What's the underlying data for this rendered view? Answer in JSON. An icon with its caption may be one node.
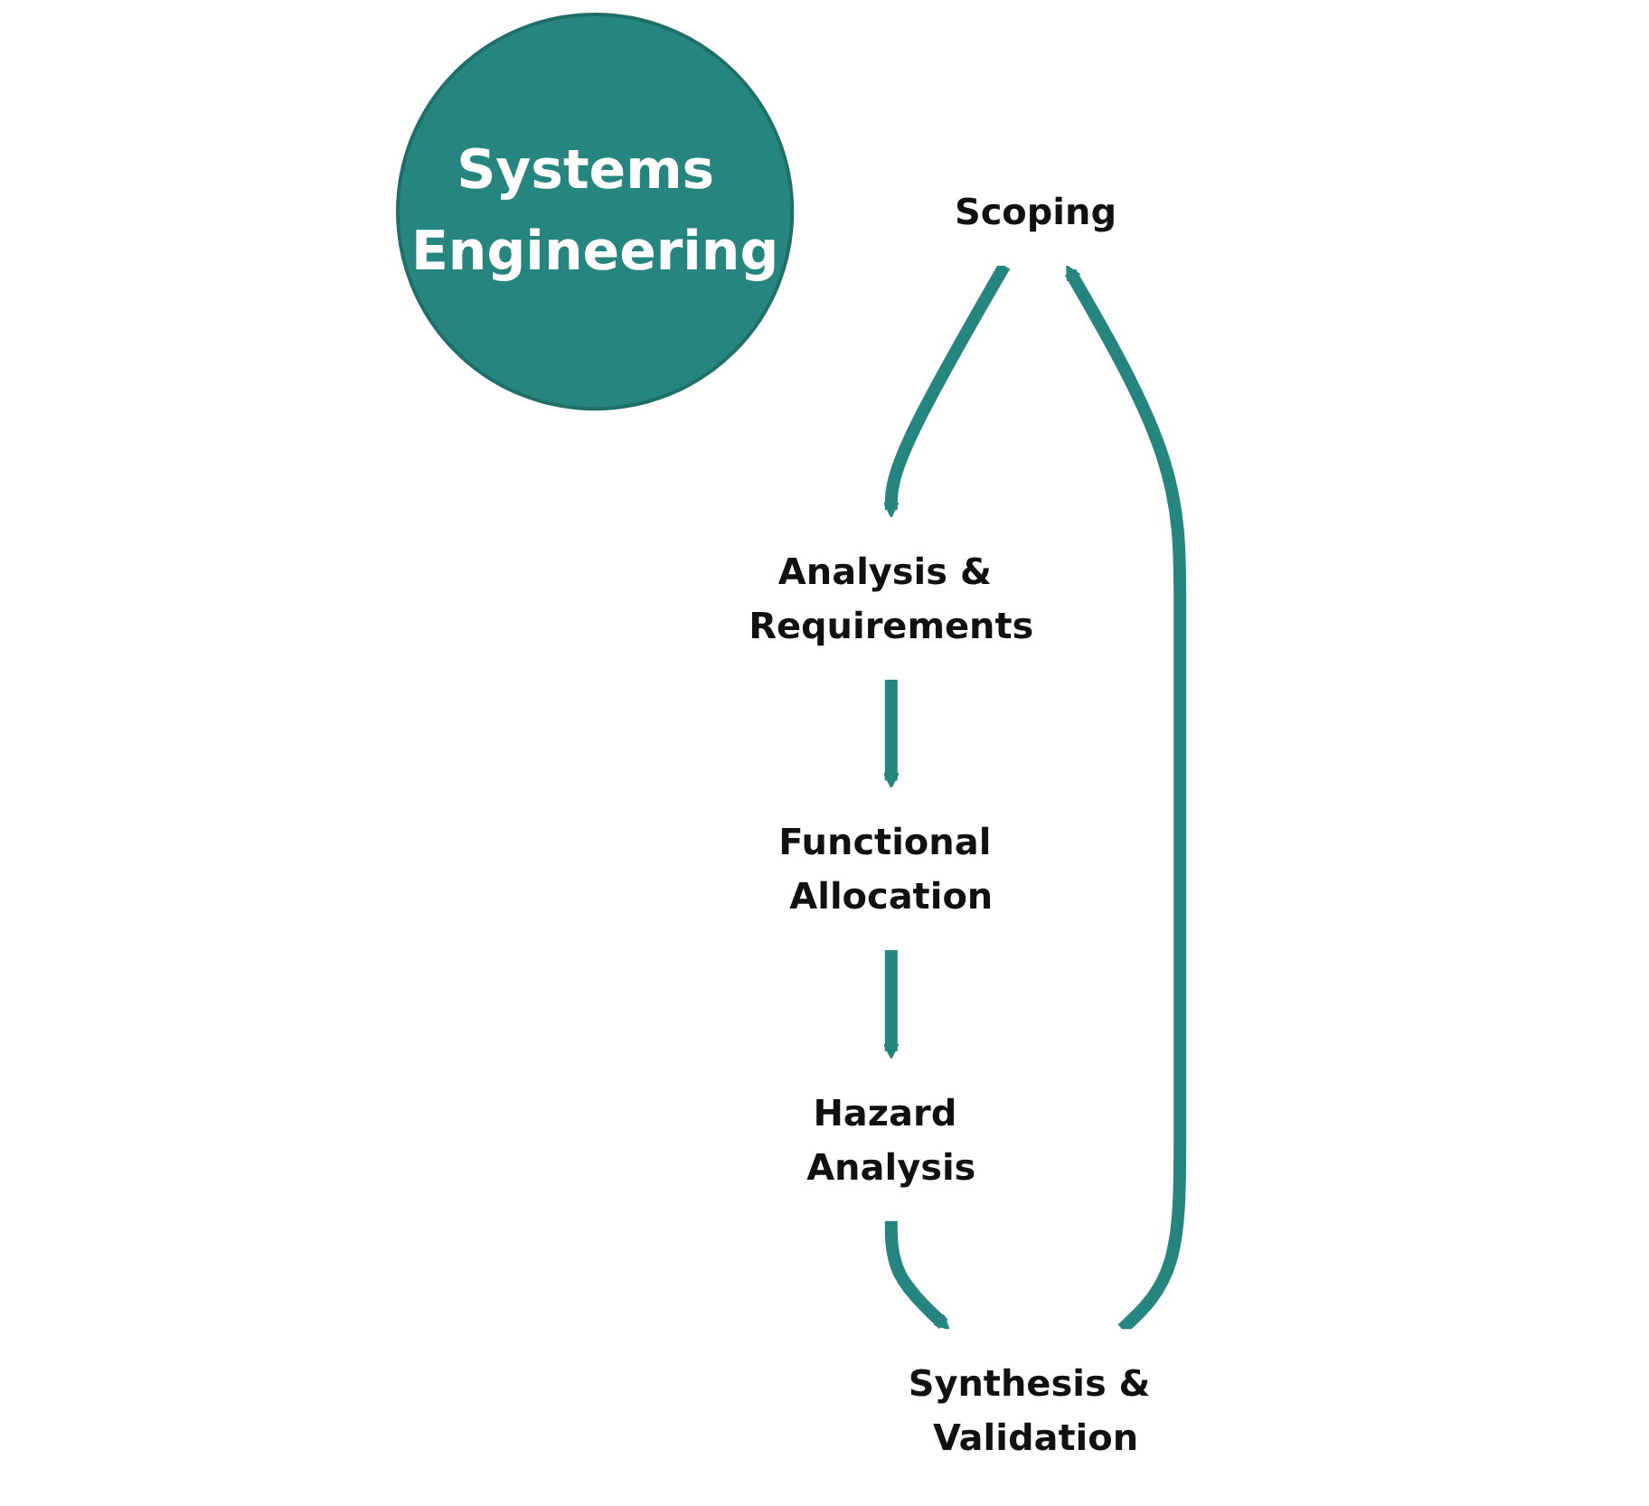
{
  "diagram": {
    "nodes": [
      {
        "text": [
          "Systems Engineering"
        ]
      },
      {
        "text": [
          "Scoping"
        ]
      },
      {
        "text": [
          "Analysis & Requirements"
        ]
      },
      {
        "text": [
          "Functional Allocation"
        ]
      },
      {
        "text": [
          "Hazard Analysis"
        ]
      },
      {
        "text": [
          "Synthesis & Validation"
        ]
      }
    ],
    "edges": [
      {
        "from": 5,
        "to": 1,
        "arrow": "to"
      },
      {
        "from": 1,
        "to": 2,
        "arrow": "to"
      },
      {
        "from": 2,
        "to": 3,
        "arrow": "to"
      },
      {
        "from": 3,
        "to": 4,
        "arrow": "to"
      },
      {
        "from": 4,
        "to": 5,
        "arrow": "to"
      }
    ]
  }
}
